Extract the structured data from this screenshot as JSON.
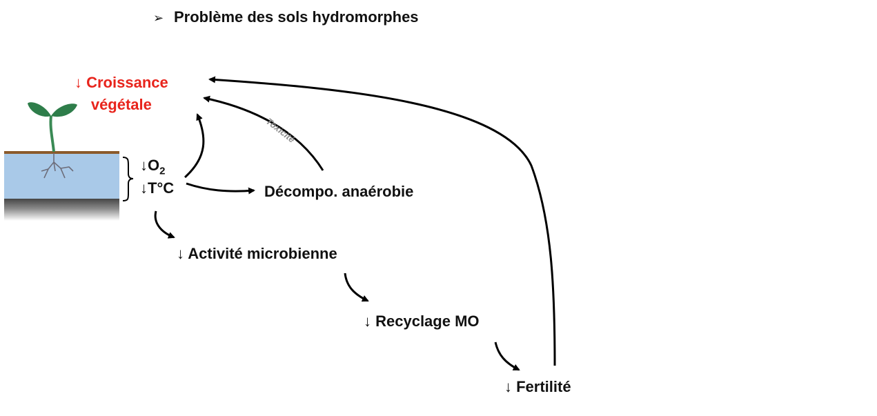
{
  "title": {
    "bullet": "➢",
    "text": "Problème des sols hydromorphes"
  },
  "nodes": {
    "growth_line1": "↓ Croissance",
    "growth_line2": "végétale",
    "o2_arrow": "↓O",
    "o2_sub": "2",
    "temperature": "↓T°C",
    "decomposition": "Décompo. anaérobie",
    "activity": "↓ Activité microbienne",
    "recycling": "↓ Recyclage MO",
    "fertility": "↓ Fertilité"
  },
  "edge_labels": {
    "toxicity": "Toxicité"
  },
  "colors": {
    "highlight": "#e8241c",
    "leaf": "#2e7d4a",
    "stem": "#3a8a55",
    "root": "#6d6d7a",
    "soil": "#8b5a2b",
    "water": "#a9c9e8",
    "arrow": "#000000",
    "label_gray": "#8a8a8a"
  }
}
